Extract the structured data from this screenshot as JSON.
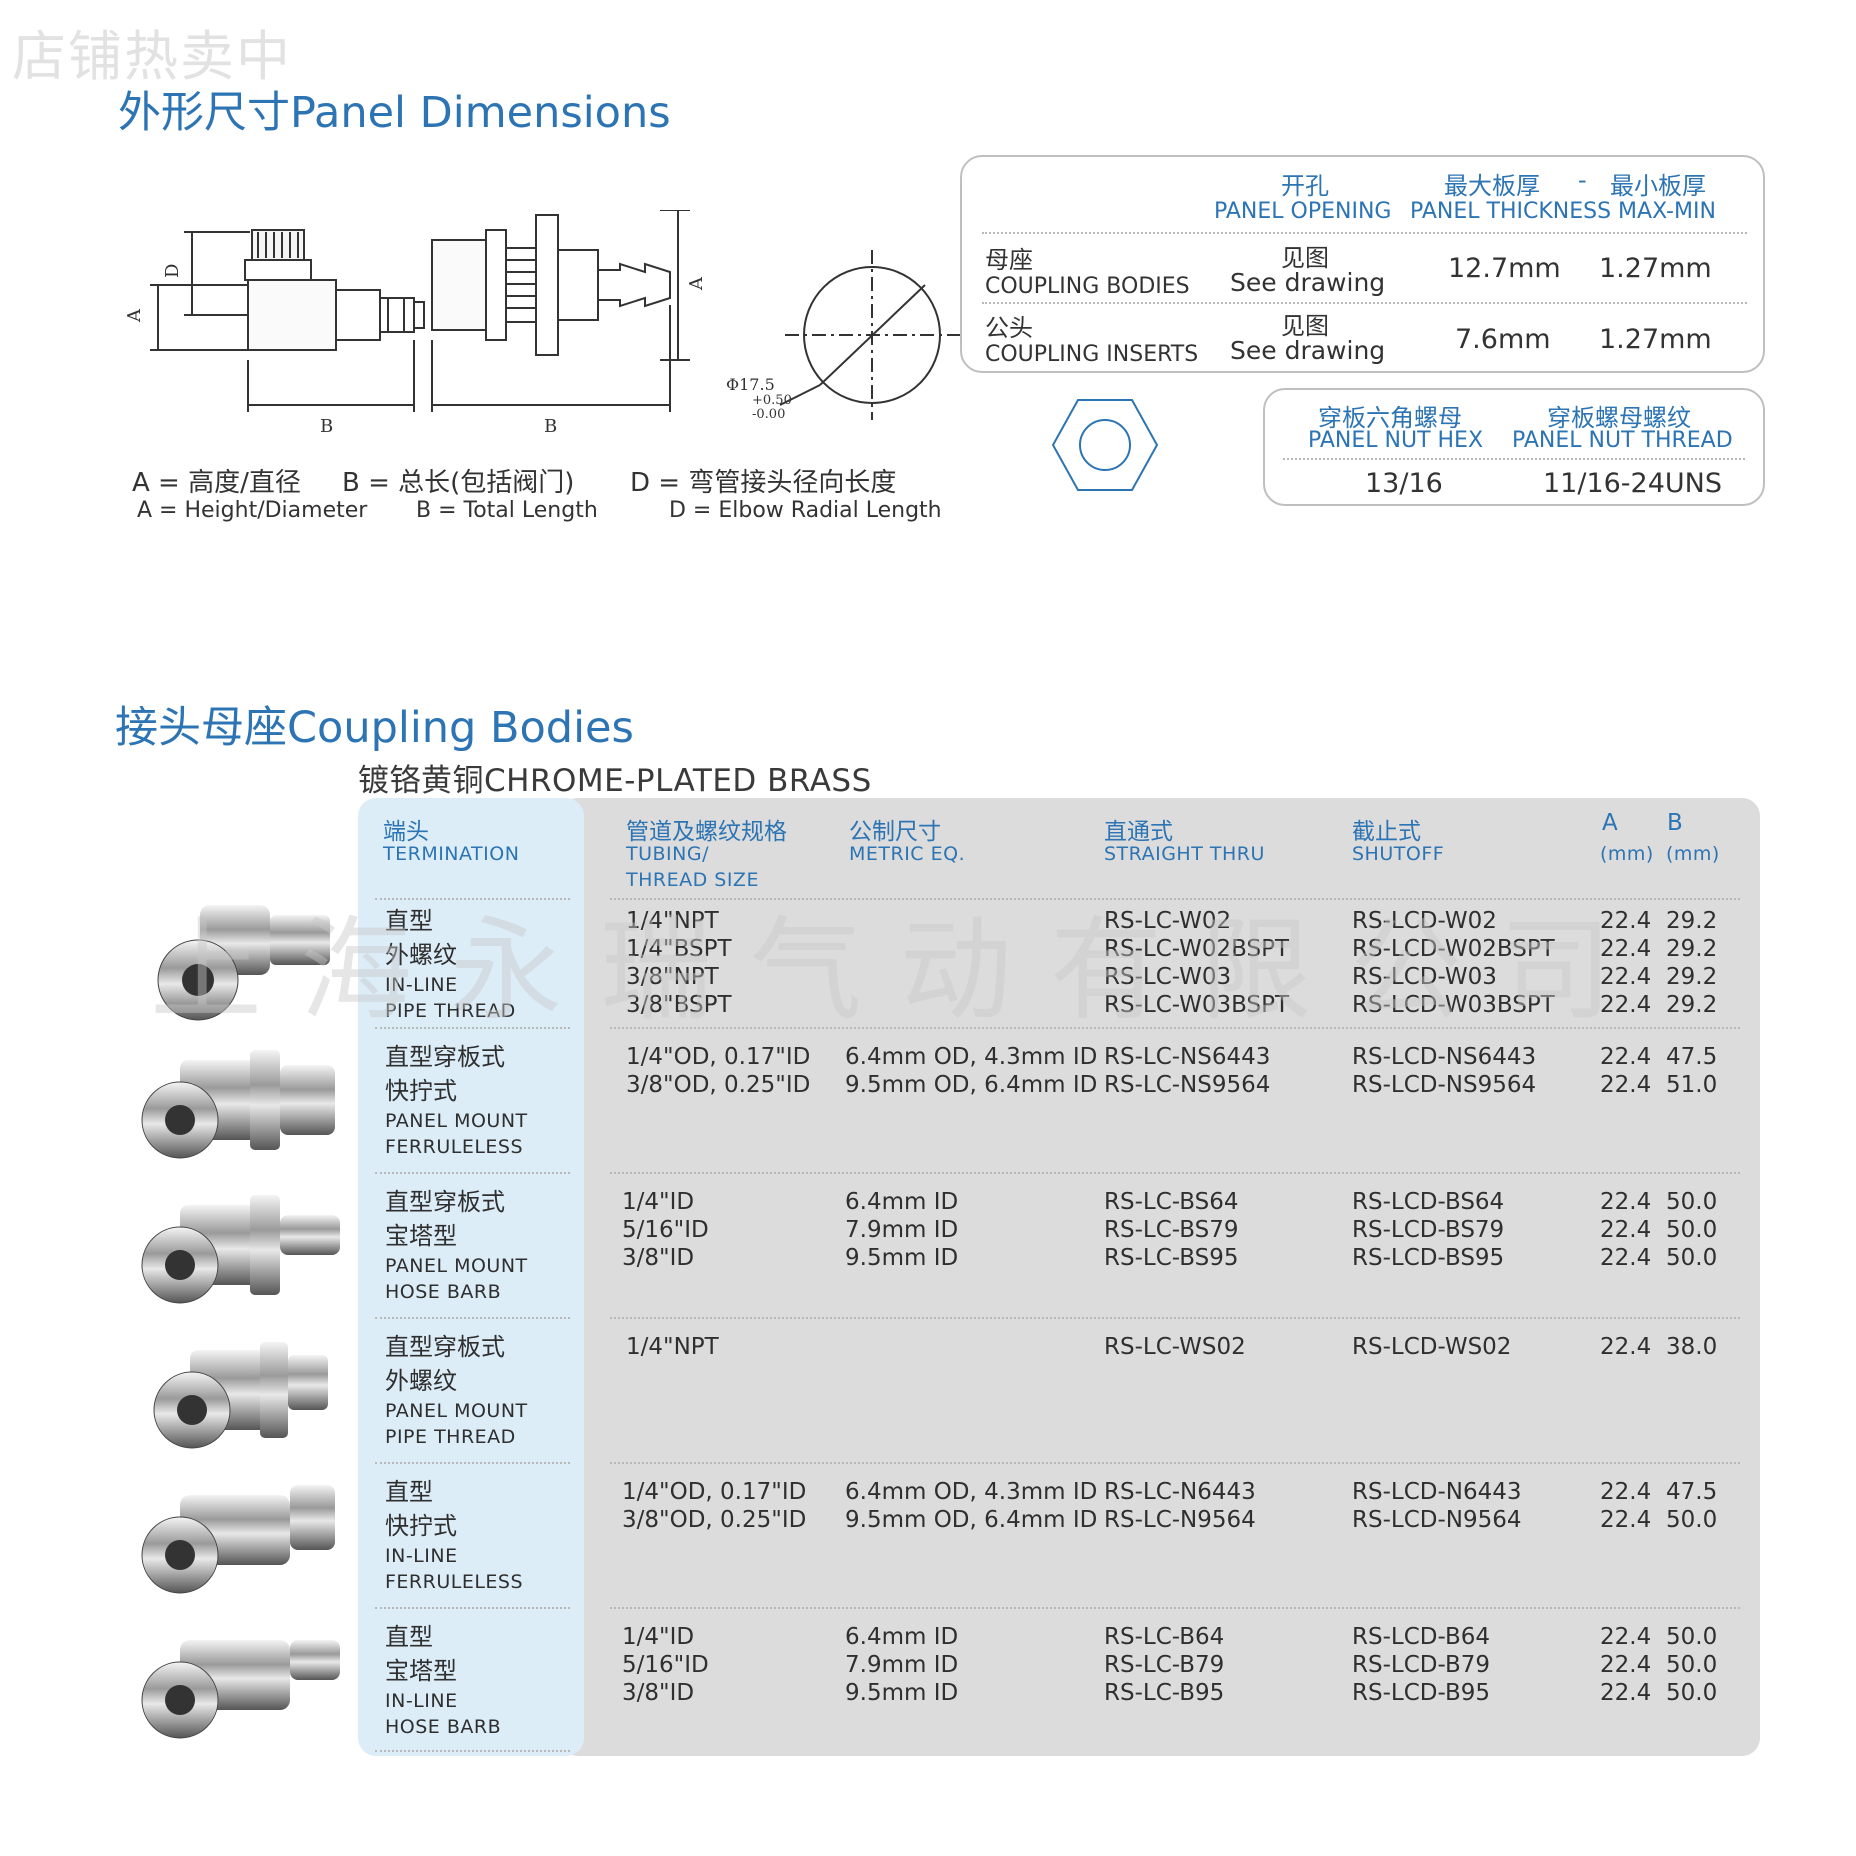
{
  "watermark_top": "店铺热卖中",
  "watermark_center": "上海永瑞气动有限公司",
  "panel_section": {
    "title": "外形尺寸Panel Dimensions",
    "drawing_labels": {
      "a": "A",
      "b": "B",
      "d": "D",
      "phi": "Φ17.5",
      "tol_plus": "+0.50",
      "tol_minus": "-0.00"
    },
    "legend_cn": [
      "A = 高度/直径",
      "B = 总长(包括阀门)",
      "D = 弯管接头径向长度"
    ],
    "legend_en": [
      "A = Height/Diameter",
      "B = Total Length",
      "D = Elbow Radial Length"
    ],
    "spec_table": {
      "headers_cn": [
        "开孔",
        "最大板厚",
        "-",
        "最小板厚"
      ],
      "headers_en": [
        "PANEL OPENING",
        "PANEL THICKNESS MAX-MIN"
      ],
      "rows": [
        {
          "name_cn": "母座",
          "name_en": "COUPLING BODIES",
          "opening_cn": "见图",
          "opening_en": "See drawing",
          "max": "12.7mm",
          "min": "1.27mm"
        },
        {
          "name_cn": "公头",
          "name_en": "COUPLING INSERTS",
          "opening_cn": "见图",
          "opening_en": "See drawing",
          "max": "7.6mm",
          "min": "1.27mm"
        }
      ]
    },
    "nut_table": {
      "headers_cn": [
        "穿板六角螺母",
        "穿板螺母螺纹"
      ],
      "headers_en": [
        "PANEL NUT HEX",
        "PANEL NUT THREAD"
      ],
      "values": [
        "13/16",
        "11/16-24UNS"
      ]
    }
  },
  "coupling_section": {
    "title": "接头母座Coupling Bodies",
    "material": "镀铬黄铜CHROME-PLATED BRASS",
    "headers": {
      "termination_cn": "端头",
      "termination_en": "TERMINATION",
      "tubing_cn": "管道及螺纹规格",
      "tubing_en1": "TUBING/",
      "tubing_en2": "THREAD SIZE",
      "metric_cn": "公制尺寸",
      "metric_en": "METRIC EQ.",
      "straight_cn": "直通式",
      "straight_en": "STRAIGHT THRU",
      "shutoff_cn": "截止式",
      "shutoff_en": "SHUTOFF",
      "a": "A",
      "b": "B",
      "a_unit": "(mm)",
      "b_unit": "(mm)"
    },
    "rows": [
      {
        "term_cn1": "直型",
        "term_cn2": "外螺纹",
        "term_en1": "IN-LINE",
        "term_en2": "PIPE THREAD",
        "tubing": "1/4\"NPT\n1/4\"BSPT\n3/8\"NPT\n3/8\"BSPT",
        "metric": "",
        "straight": "RS-LC-W02\nRS-LC-W02BSPT\nRS-LC-W03\nRS-LC-W03BSPT",
        "shutoff": "RS-LCD-W02\nRS-LCD-W02BSPT\nRS-LCD-W03\nRS-LCD-W03BSPT",
        "a": "22.4\n22.4\n22.4\n22.4",
        "b": "29.2\n29.2\n29.2\n29.2"
      },
      {
        "term_cn1": "直型穿板式",
        "term_cn2": "快拧式",
        "term_en1": "PANEL MOUNT",
        "term_en2": "FERRULELESS",
        "tubing": "1/4\"OD, 0.17\"ID\n3/8\"OD, 0.25\"ID",
        "metric": "6.4mm OD, 4.3mm ID\n9.5mm OD, 6.4mm ID",
        "straight": "RS-LC-NS6443\nRS-LC-NS9564",
        "shutoff": "RS-LCD-NS6443\nRS-LCD-NS9564",
        "a": "22.4\n22.4",
        "b": "47.5\n51.0"
      },
      {
        "term_cn1": "直型穿板式",
        "term_cn2": "宝塔型",
        "term_en1": "PANEL MOUNT",
        "term_en2": "HOSE BARB",
        "tubing": "1/4\"ID\n5/16\"ID\n3/8\"ID",
        "metric": "6.4mm ID\n7.9mm ID\n9.5mm ID",
        "straight": "RS-LC-BS64\nRS-LC-BS79\nRS-LC-BS95",
        "shutoff": "RS-LCD-BS64\nRS-LCD-BS79\nRS-LCD-BS95",
        "a": "22.4\n22.4\n22.4",
        "b": "50.0\n50.0\n50.0"
      },
      {
        "term_cn1": "直型穿板式",
        "term_cn2": "外螺纹",
        "term_en1": "PANEL MOUNT",
        "term_en2": "PIPE THREAD",
        "tubing": "1/4\"NPT",
        "metric": "",
        "straight": "RS-LC-WS02",
        "shutoff": "RS-LCD-WS02",
        "a": "22.4",
        "b": "38.0"
      },
      {
        "term_cn1": "直型",
        "term_cn2": "快拧式",
        "term_en1": "IN-LINE",
        "term_en2": "FERRULELESS",
        "tubing": "1/4\"OD, 0.17\"ID\n3/8\"OD, 0.25\"ID",
        "metric": "6.4mm OD, 4.3mm ID\n9.5mm OD, 6.4mm ID",
        "straight": "RS-LC-N6443\nRS-LC-N9564",
        "shutoff": "RS-LCD-N6443\nRS-LCD-N9564",
        "a": "22.4\n22.4",
        "b": "47.5\n50.0"
      },
      {
        "term_cn1": "直型",
        "term_cn2": "宝塔型",
        "term_en1": "IN-LINE",
        "term_en2": "HOSE BARB",
        "tubing": "1/4\"ID\n5/16\"ID\n3/8\"ID",
        "metric": "6.4mm ID\n7.9mm ID\n9.5mm ID",
        "straight": "RS-LC-B64\nRS-LC-B79\nRS-LC-B95",
        "shutoff": "RS-LCD-B64\nRS-LCD-B79\nRS-LCD-B95",
        "a": "22.4\n22.4\n22.4",
        "b": "50.0\n50.0\n50.0"
      }
    ]
  }
}
